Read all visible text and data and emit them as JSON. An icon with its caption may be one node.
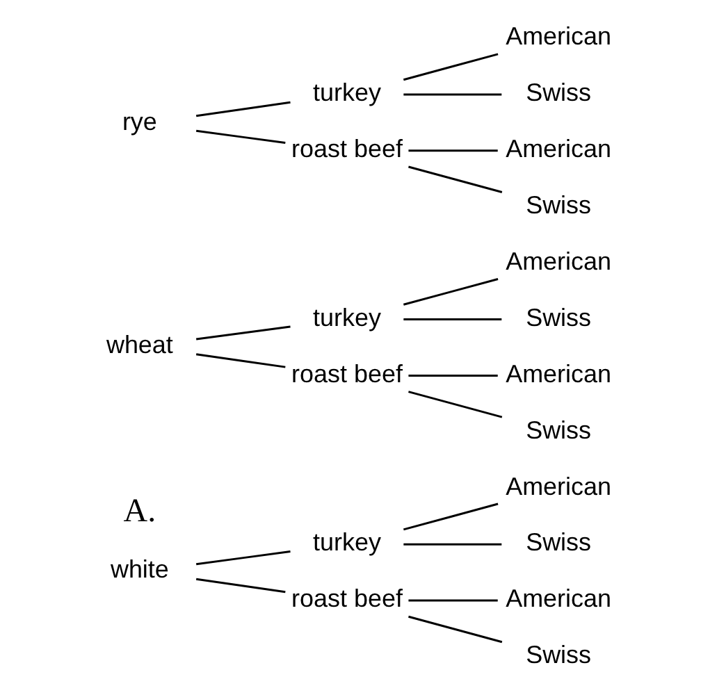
{
  "diagram": {
    "nodes": [
      {
        "text": [
          "white"
        ]
      },
      {
        "text": [
          "turkey"
        ]
      },
      {
        "text": [
          "American"
        ]
      },
      {
        "text": [
          "Swiss"
        ]
      },
      {
        "text": [
          "roast beef"
        ]
      },
      {
        "text": [
          "American"
        ]
      },
      {
        "text": [
          "Swiss"
        ]
      },
      {
        "text": [
          "wheat"
        ]
      },
      {
        "text": [
          "turkey"
        ]
      },
      {
        "text": [
          "American"
        ]
      },
      {
        "text": [
          "Swiss"
        ]
      },
      {
        "text": [
          "roast beef"
        ]
      },
      {
        "text": [
          "American"
        ]
      },
      {
        "text": [
          "Swiss"
        ]
      },
      {
        "text": [
          "rye"
        ]
      },
      {
        "text": [
          "turkey"
        ]
      },
      {
        "text": [
          "American"
        ]
      },
      {
        "text": [
          "Swiss"
        ]
      },
      {
        "text": [
          "roast beef"
        ]
      },
      {
        "text": [
          "American"
        ]
      },
      {
        "text": [
          "Swiss"
        ]
      }
    ],
    "edges": [
      {
        "from": 0,
        "to": 1,
        "arrow": "none"
      },
      {
        "from": 1,
        "to": 2,
        "arrow": "none"
      },
      {
        "from": 1,
        "to": 3,
        "arrow": "none"
      },
      {
        "from": 0,
        "to": 4,
        "arrow": "none"
      },
      {
        "from": 4,
        "to": 5,
        "arrow": "none"
      },
      {
        "from": 4,
        "to": 6,
        "arrow": "none"
      },
      {
        "from": 7,
        "to": 8,
        "arrow": "none"
      },
      {
        "from": 8,
        "to": 9,
        "arrow": "none"
      },
      {
        "from": 8,
        "to": 10,
        "arrow": "none"
      },
      {
        "from": 7,
        "to": 11,
        "arrow": "none"
      },
      {
        "from": 11,
        "to": 12,
        "arrow": "none"
      },
      {
        "from": 11,
        "to": 13,
        "arrow": "none"
      },
      {
        "from": 14,
        "to": 15,
        "arrow": "none"
      },
      {
        "from": 15,
        "to": 16,
        "arrow": "none"
      },
      {
        "from": 15,
        "to": 17,
        "arrow": "none"
      },
      {
        "from": 14,
        "to": 18,
        "arrow": "none"
      },
      {
        "from": 18,
        "to": 19,
        "arrow": "none"
      },
      {
        "from": 18,
        "to": 20,
        "arrow": "none"
      }
    ],
    "labels": [
      "A."
    ]
  }
}
